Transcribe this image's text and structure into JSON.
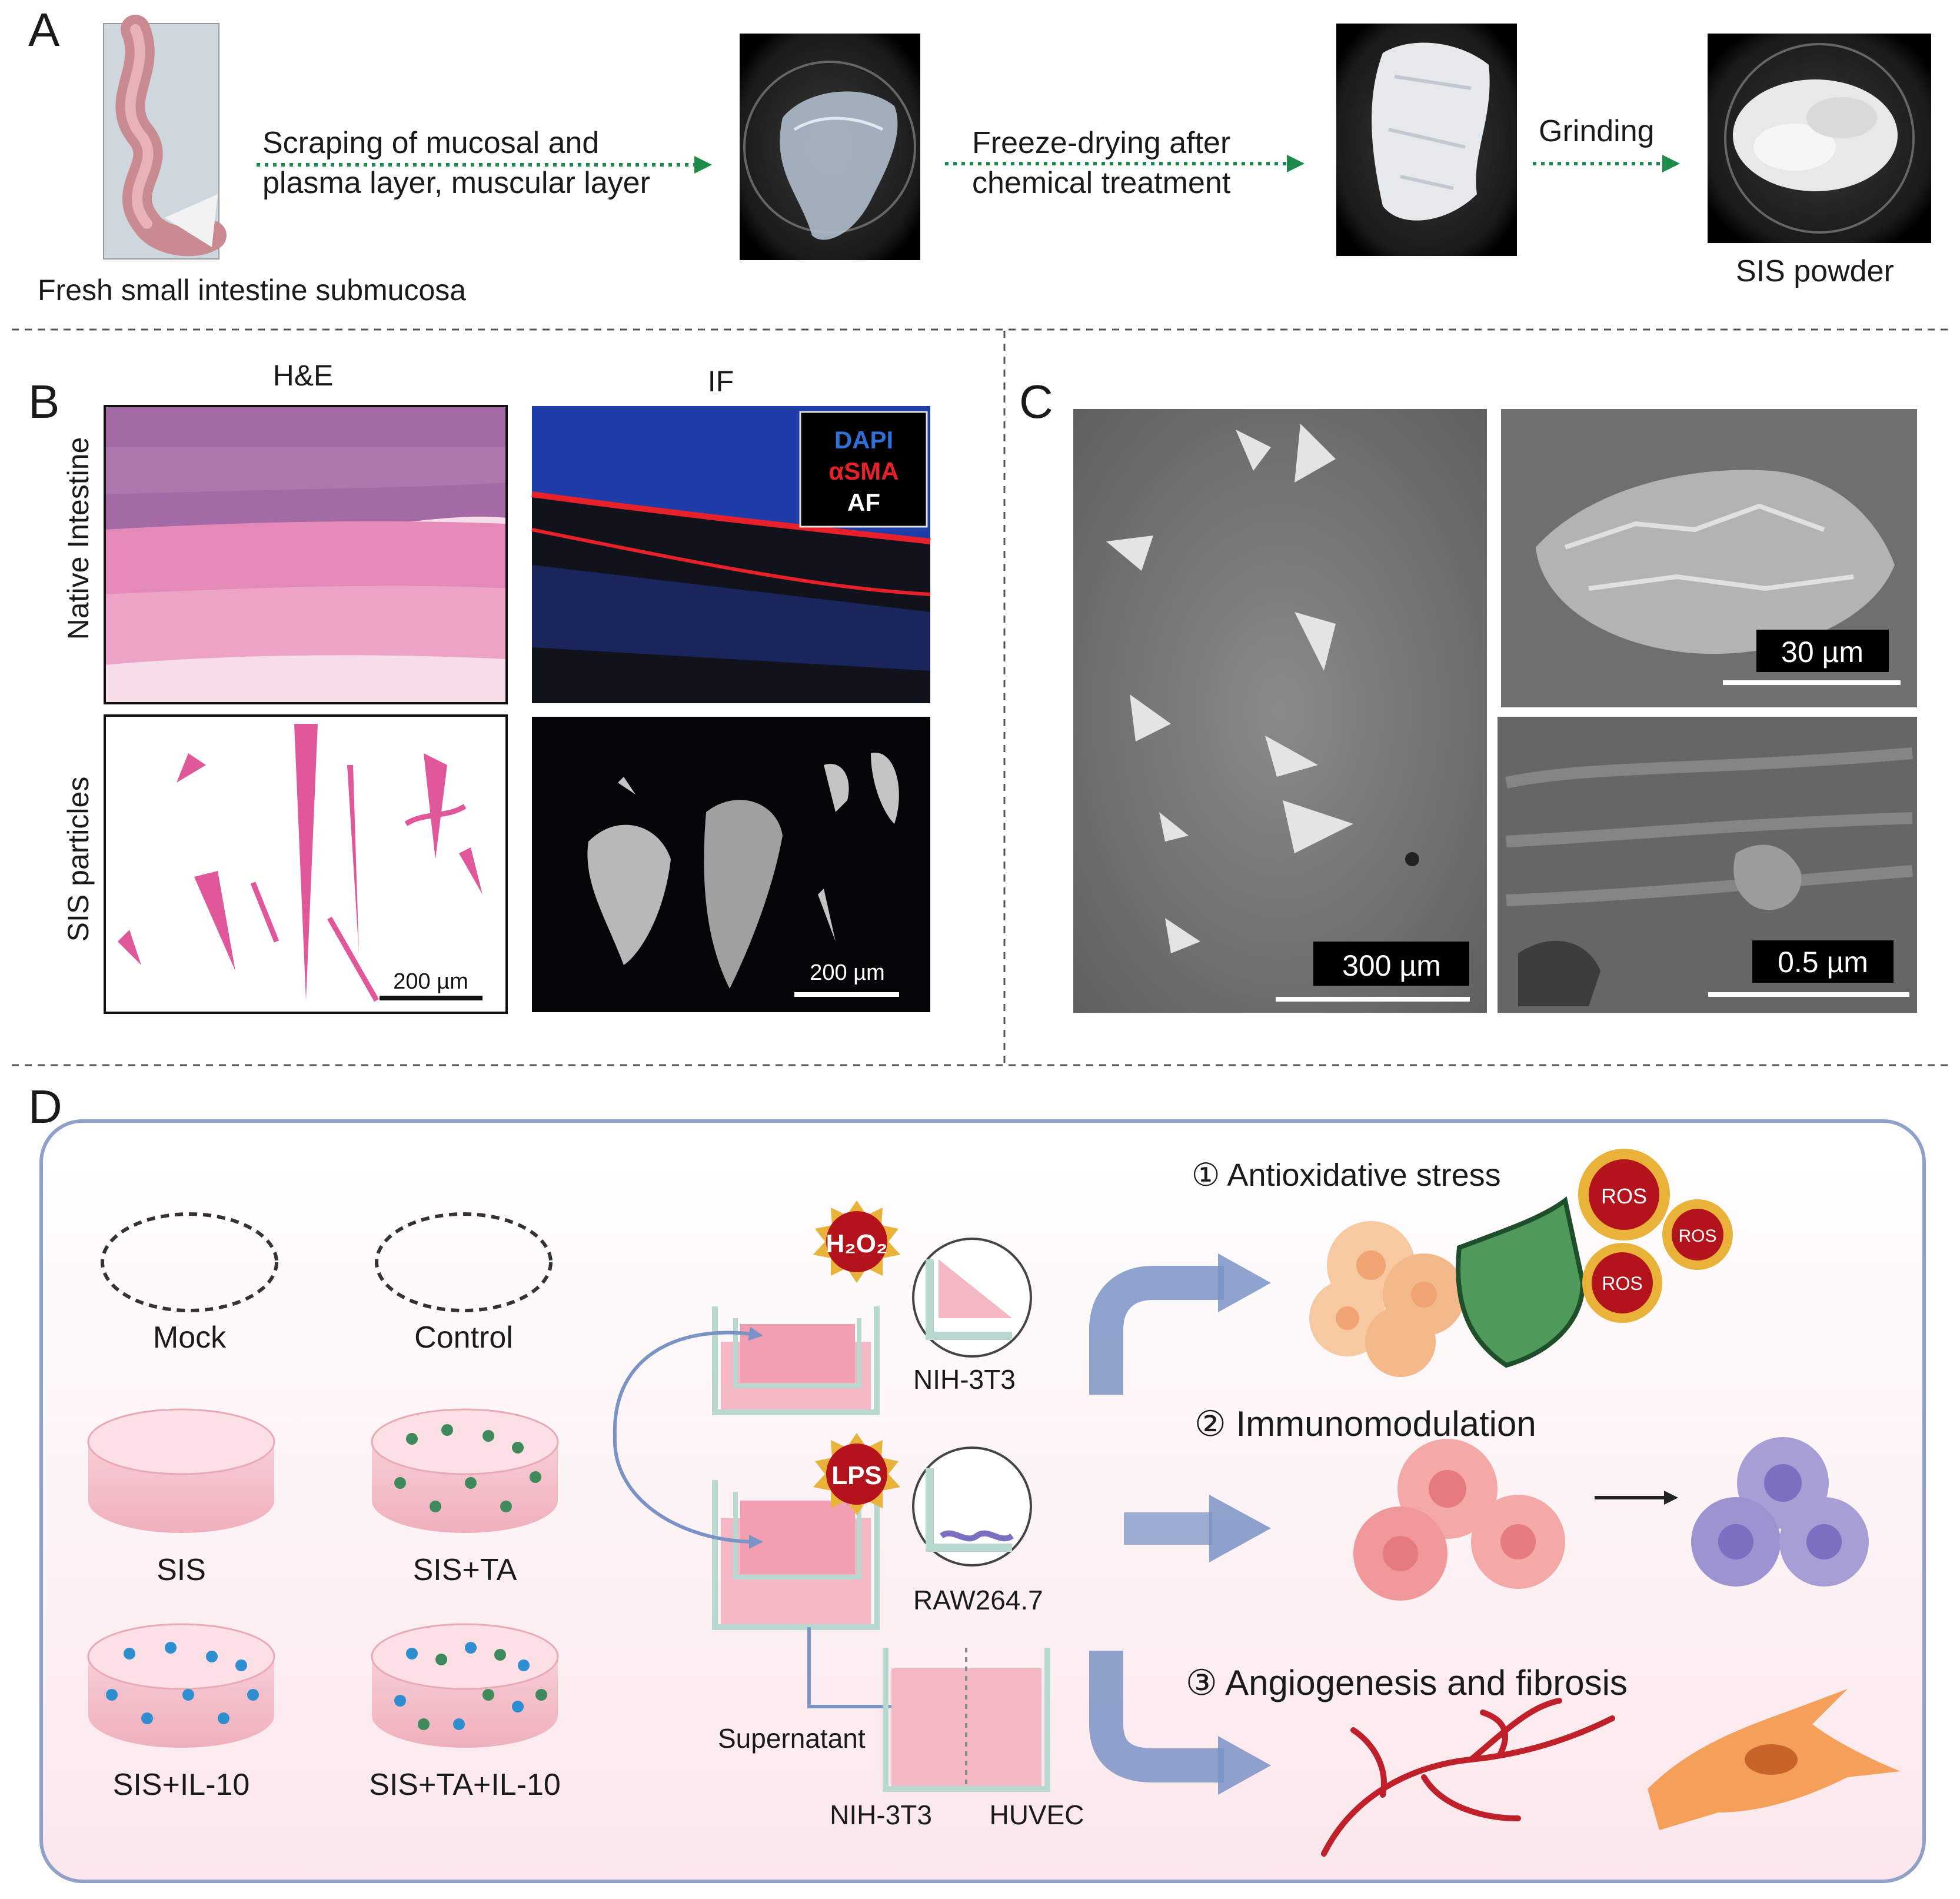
{
  "panels": {
    "a": {
      "letter": "A",
      "step1_label": "Fresh small intestine submucosa",
      "arrow1_line1": "Scraping of mucosal and",
      "arrow1_line2": "plasma layer, muscular layer",
      "arrow2_line1": "Freeze-drying after",
      "arrow2_line2": "chemical treatment",
      "arrow3": "Grinding",
      "step4_label": "SIS powder"
    },
    "b": {
      "letter": "B",
      "col_he": "H&E",
      "col_if": "IF",
      "row_native": "Native Intestine",
      "row_sis": "SIS particles",
      "legend": [
        "DAPI",
        "αSMA",
        "AF"
      ],
      "scale_he": "200 µm",
      "scale_if": "200 µm"
    },
    "c": {
      "letter": "C",
      "scale_large": "300 µm",
      "scale_top": "30 µm",
      "scale_bottom": "0.5 µm"
    },
    "d": {
      "letter": "D",
      "groups": [
        "Mock",
        "Control",
        "SIS",
        "SIS+TA",
        "SIS+IL-10",
        "SIS+TA+IL-10"
      ],
      "h2o2": "H₂O₂",
      "lps": "LPS",
      "cell_nih": "NIH-3T3",
      "cell_raw": "RAW264.7",
      "supernatant": "Supernatant",
      "coculture_left": "NIH-3T3",
      "coculture_right": "HUVEC",
      "outcome1": "① Antioxidative stress",
      "outcome2": "② Immunomodulation",
      "outcome3": "③ Angiogenesis and fibrosis",
      "ros": "ROS"
    }
  },
  "colors": {
    "arrow_green": "#1e8a4c",
    "he_pink": "#e0589a",
    "dapi_blue": "#2f6fd6",
    "asma_red": "#e8202a",
    "flow_arrow": "#7a93c4",
    "box_border": "#8fa0c9",
    "dish_pink": "#f4b7c4",
    "ros_red": "#b3141c",
    "shield_green": "#4f9a5a"
  }
}
